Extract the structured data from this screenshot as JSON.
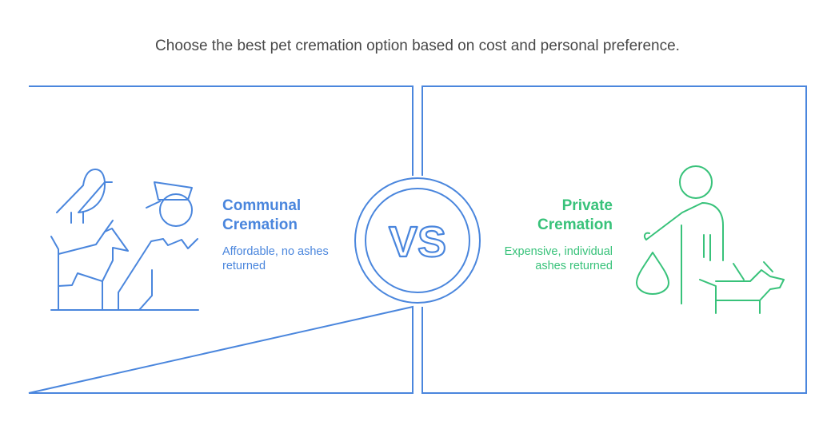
{
  "header": {
    "subtitle": "Choose the best pet cremation option based on cost and personal preference."
  },
  "options": [
    {
      "title": "Communal Cremation",
      "description": "Affordable, no ashes returned",
      "icon": "communal-cremation-pets-icon",
      "color": "#4a86dd"
    },
    {
      "title": "Private Cremation",
      "description": "Expensive, individual ashes returned",
      "icon": "private-cremation-dog-walker-icon",
      "color": "#38c27a"
    }
  ],
  "center": {
    "label": "VS",
    "color": "#4a86dd"
  },
  "colors": {
    "frame": "#4a86dd",
    "text": "#484848"
  }
}
